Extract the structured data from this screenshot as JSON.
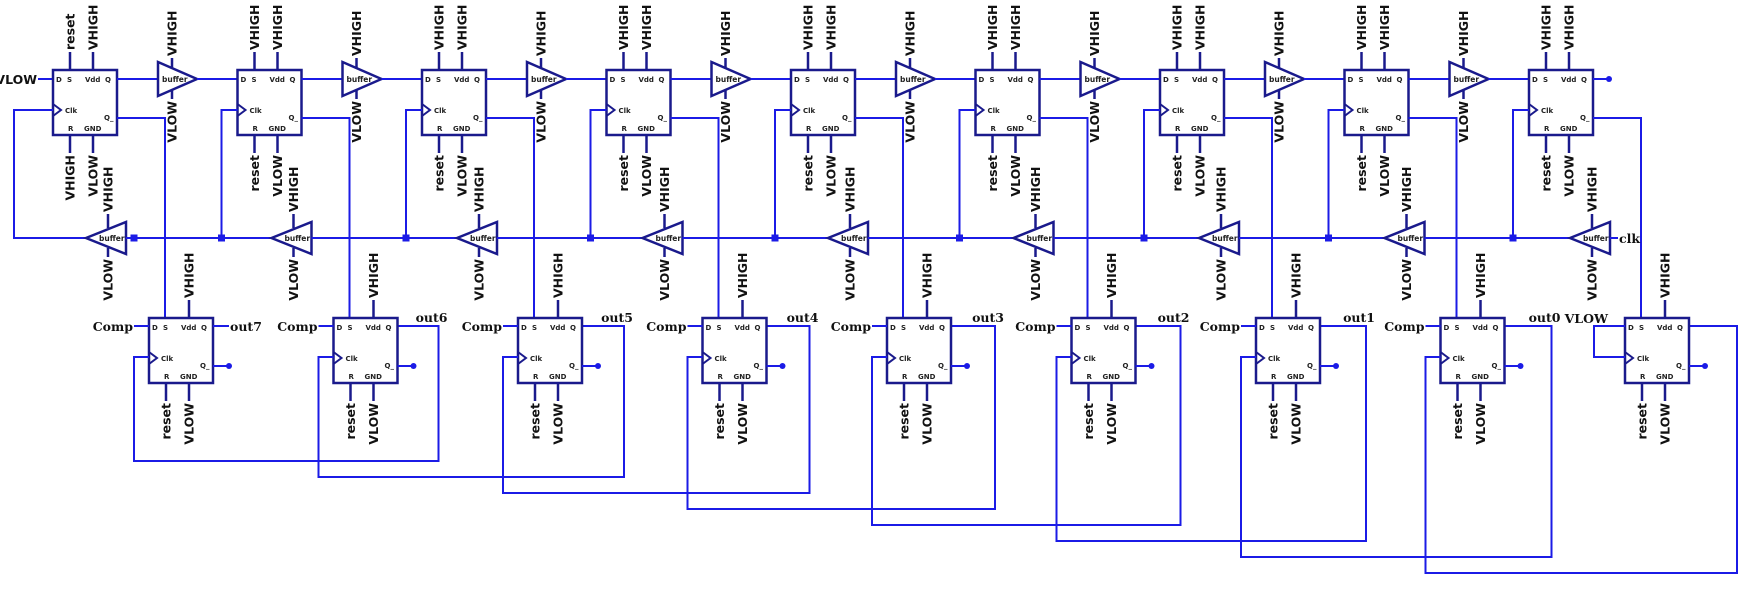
{
  "colors": {
    "wire": "#1b1be6",
    "component": "#1a1a8c",
    "junction": "#1b1be6",
    "text": "#111111"
  },
  "pin_labels": {
    "D": "D",
    "S": "S",
    "Vdd": "Vdd",
    "Q": "Q",
    "Clk": "Clk",
    "Q_": "Q_",
    "R": "R",
    "GND": "GND"
  },
  "buffer_label": "buffer",
  "top_row": {
    "input_label": "VLOW",
    "flip_flops": [
      {
        "S": "reset",
        "Vdd": "VHIGH",
        "R": "VHIGH",
        "GND": "VLOW"
      },
      {
        "S": "VHIGH",
        "Vdd": "VHIGH",
        "R": "reset",
        "GND": "VLOW"
      },
      {
        "S": "VHIGH",
        "Vdd": "VHIGH",
        "R": "reset",
        "GND": "VLOW"
      },
      {
        "S": "VHIGH",
        "Vdd": "VHIGH",
        "R": "reset",
        "GND": "VLOW"
      },
      {
        "S": "VHIGH",
        "Vdd": "VHIGH",
        "R": "reset",
        "GND": "VLOW"
      },
      {
        "S": "VHIGH",
        "Vdd": "VHIGH",
        "R": "reset",
        "GND": "VLOW"
      },
      {
        "S": "VHIGH",
        "Vdd": "VHIGH",
        "R": "reset",
        "GND": "VLOW"
      },
      {
        "S": "VHIGH",
        "Vdd": "VHIGH",
        "R": "reset",
        "GND": "VLOW"
      },
      {
        "S": "VHIGH",
        "Vdd": "VHIGH",
        "R": "reset",
        "GND": "VLOW"
      }
    ]
  },
  "data_buffers": {
    "supply_pos": "VHIGH",
    "supply_neg": "VLOW"
  },
  "clock_buffers": {
    "supply_pos": "VHIGH",
    "supply_neg": "VLOW",
    "clock_input": "clk"
  },
  "bottom_row": {
    "flip_flops": [
      {
        "D": "Comp",
        "Q": "out7",
        "Vdd": "VHIGH",
        "R": "reset",
        "GND": "VLOW"
      },
      {
        "D": "Comp",
        "Q": "out6",
        "Vdd": "VHIGH",
        "R": "reset",
        "GND": "VLOW"
      },
      {
        "D": "Comp",
        "Q": "out5",
        "Vdd": "VHIGH",
        "R": "reset",
        "GND": "VLOW"
      },
      {
        "D": "Comp",
        "Q": "out4",
        "Vdd": "VHIGH",
        "R": "reset",
        "GND": "VLOW"
      },
      {
        "D": "Comp",
        "Q": "out3",
        "Vdd": "VHIGH",
        "R": "reset",
        "GND": "VLOW"
      },
      {
        "D": "Comp",
        "Q": "out2",
        "Vdd": "VHIGH",
        "R": "reset",
        "GND": "VLOW"
      },
      {
        "D": "Comp",
        "Q": "out1",
        "Vdd": "VHIGH",
        "R": "reset",
        "GND": "VLOW"
      },
      {
        "D": "Comp",
        "Q": "out0",
        "Vdd": "VHIGH",
        "R": "reset",
        "GND": "VLOW"
      },
      {
        "D": "VLOW",
        "Q": "",
        "Vdd": "VHIGH",
        "R": "reset",
        "GND": "VLOW"
      }
    ]
  }
}
